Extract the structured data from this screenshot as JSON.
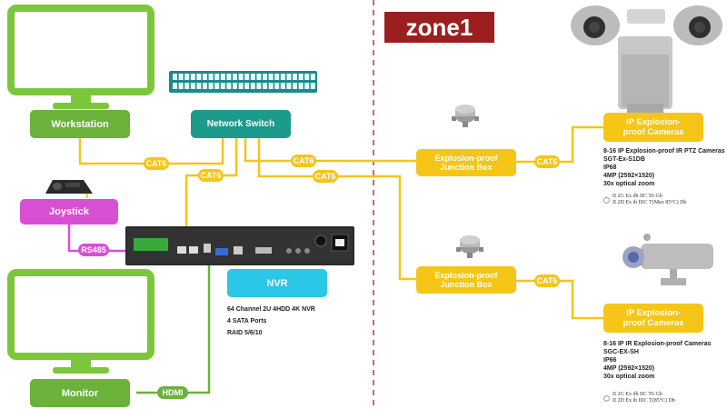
{
  "zone": {
    "label": "zone1"
  },
  "devices": {
    "workstation": "Workstation",
    "network_switch": "Network Switch",
    "joystick": "Joystick",
    "nvr": "NVR",
    "monitor": "Monitor",
    "junction_box_1": "Explosion-proof\nJunction Box",
    "junction_box_2": "Explosion-proof\nJunction Box",
    "camera_1": "IP Explosion-\nproof Cameras",
    "camera_2": "IP Explosion-\nproof Cameras"
  },
  "connectors": {
    "cat_ws": "CAT6",
    "cat_nvr": "CAT6",
    "cat_jb1": "CAT6",
    "cat_jb2": "CAT6",
    "cat_cam1": "CAT6",
    "cat_cam2": "CAT6",
    "rs485": "RS485",
    "hdmi": "HDMI"
  },
  "nvr_specs": [
    "64 Channel 2U 4HDD 4K NVR",
    "4 SATA Ports",
    "RAID 5/6/10"
  ],
  "camera_1_specs": [
    "8-16 IP Explosion-proof IR PTZ Cameras",
    "SGT-Ex-S1DB",
    "IP68",
    "4MP (2592×1520)",
    "30x optical zoom"
  ],
  "camera_1_cert": [
    "II 2G Ex db IIC T6 Gb",
    "II 2D Ex tb IIIC T(Max 85°C) Db"
  ],
  "camera_2_specs": [
    "8-16 IP IR Explosion-proof Cameras",
    "SGC-EX-SH",
    "IP66",
    "4MP (2592×1520)",
    "30x optical zoom"
  ],
  "camera_2_cert": [
    "II 2G Ex db IIC T6 Gb",
    "II 2D Ex tb IIIC T(85°C) Db"
  ],
  "colors": {
    "green": "#6ab23a",
    "teal": "#1c9a8c",
    "magenta": "#d94fd3",
    "cyan": "#2cc6e6",
    "yellow": "#f5c518",
    "zone_red": "#9b1f1f",
    "cable": "#f5c518",
    "hdmi_cable": "#6ab23a"
  }
}
